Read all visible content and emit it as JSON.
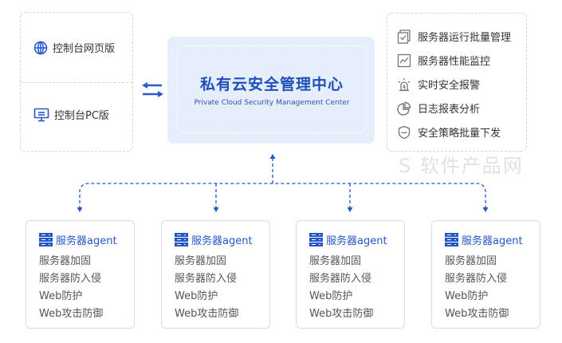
{
  "clients": [
    {
      "label": "控制台网页版",
      "icon": "globe-icon"
    },
    {
      "label": "控制台PC版",
      "icon": "monitor-icon"
    }
  ],
  "center": {
    "title": "私有云安全管理中心",
    "subtitle": "Private Cloud Security Management Center"
  },
  "features": [
    {
      "label": "服务器运行批量管理",
      "icon": "checklist-icon"
    },
    {
      "label": "服务器性能监控",
      "icon": "chart-icon"
    },
    {
      "label": "实时安全报警",
      "icon": "alarm-icon"
    },
    {
      "label": "日志报表分析",
      "icon": "pie-chart-icon"
    },
    {
      "label": "安全策略批量下发",
      "icon": "shield-icon"
    }
  ],
  "agents": [
    {
      "title": "服务器agent",
      "items": [
        "服务器加固",
        "服务器防入侵",
        "Web防护",
        "Web攻击防御"
      ]
    },
    {
      "title": "服务器agent",
      "items": [
        "服务器加固",
        "服务器防入侵",
        "Web防护",
        "Web攻击防御"
      ]
    },
    {
      "title": "服务器agent",
      "items": [
        "服务器加固",
        "服务器防入侵",
        "Web防护",
        "Web攻击防御"
      ]
    },
    {
      "title": "服务器agent",
      "items": [
        "服务器加固",
        "服务器防入侵",
        "Web防护",
        "Web攻击防御"
      ]
    }
  ],
  "watermark": "S 软件产品网",
  "colors": {
    "accent": "#1f4fb8",
    "center_bg": "#e6eefb",
    "line": "#2456c8"
  }
}
